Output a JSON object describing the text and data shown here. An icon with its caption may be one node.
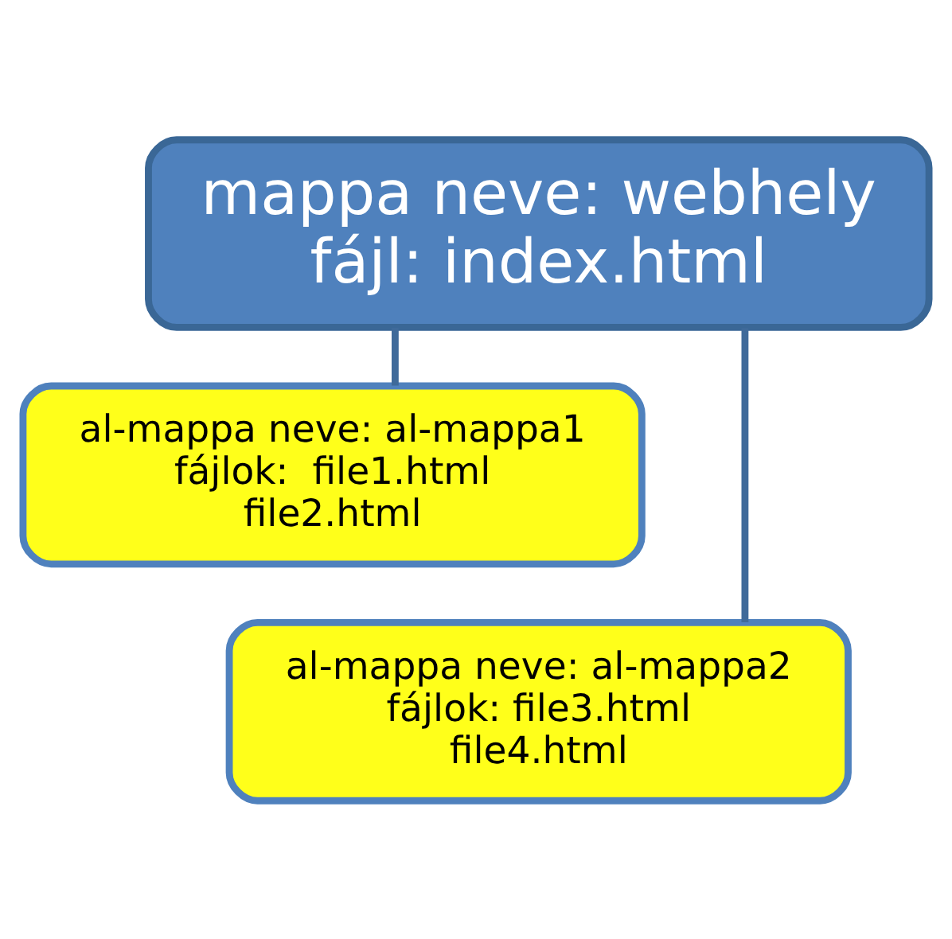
{
  "diagram": {
    "nodes": [
      {
        "text": [
          "mappa neve: webhely",
          "fájl: index.html"
        ]
      },
      {
        "text": [
          "al-mappa neve: al-mappa1",
          "fájlok:  file1.html",
          "file2.html"
        ]
      },
      {
        "text": [
          "al-mappa neve: al-mappa2",
          "fájlok: file3.html",
          "file4.html"
        ]
      }
    ],
    "edges": [
      {
        "from": 0,
        "to": 1,
        "arrow": "none"
      },
      {
        "from": 0,
        "to": 2,
        "arrow": "none"
      }
    ]
  }
}
